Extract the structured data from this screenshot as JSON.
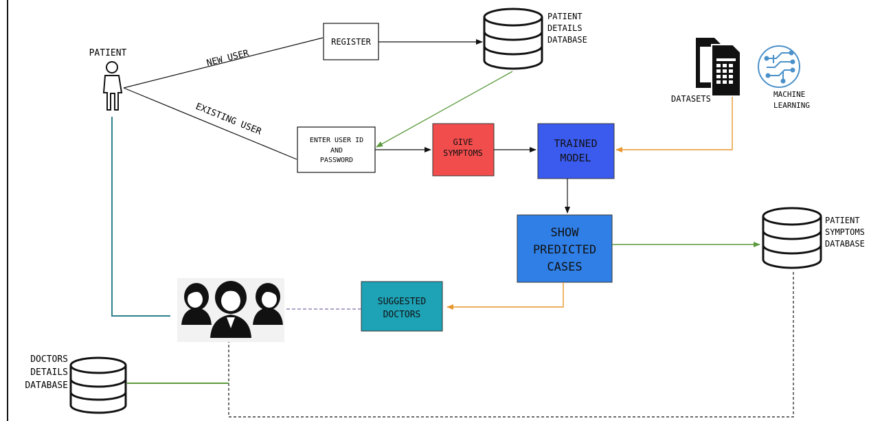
{
  "actors": {
    "patient": "PATIENT"
  },
  "edges": {
    "new_user": "NEW USER",
    "existing_user": "EXISTING USER"
  },
  "boxes": {
    "register": "REGISTER",
    "login": [
      "ENTER USER ID",
      "AND",
      "PASSWORD"
    ],
    "give_symptoms": [
      "GIVE",
      "SYMPTOMS"
    ],
    "trained_model": [
      "TRAINED",
      "MODEL"
    ],
    "show_predicted": [
      "SHOW",
      "PREDICTED",
      "CASES"
    ],
    "suggested_doctors": [
      "SUGGESTED",
      "DOCTORS"
    ]
  },
  "databases": {
    "patient_details": [
      "PATIENT",
      "DETAILS",
      "DATABASE"
    ],
    "patient_symptoms": [
      "PATIENT",
      "SYMPTOMS",
      "DATABASE"
    ],
    "doctors_details": [
      "DOCTORS",
      "DETAILS",
      "DATABASE"
    ]
  },
  "resources": {
    "datasets": "DATASETS",
    "machine_learning": [
      "MACHINE",
      "LEARNING"
    ]
  },
  "colors": {
    "give_symptoms": "#f24d4d",
    "trained_model": "#3b5bef",
    "show_predicted": "#2f7fe6",
    "suggested_doctors": "#1ea2b6",
    "green_line": "#5b9a3c",
    "orange_line": "#e8962e",
    "teal_line": "#2b7f8e",
    "ml_icon": "#4a90c9"
  }
}
